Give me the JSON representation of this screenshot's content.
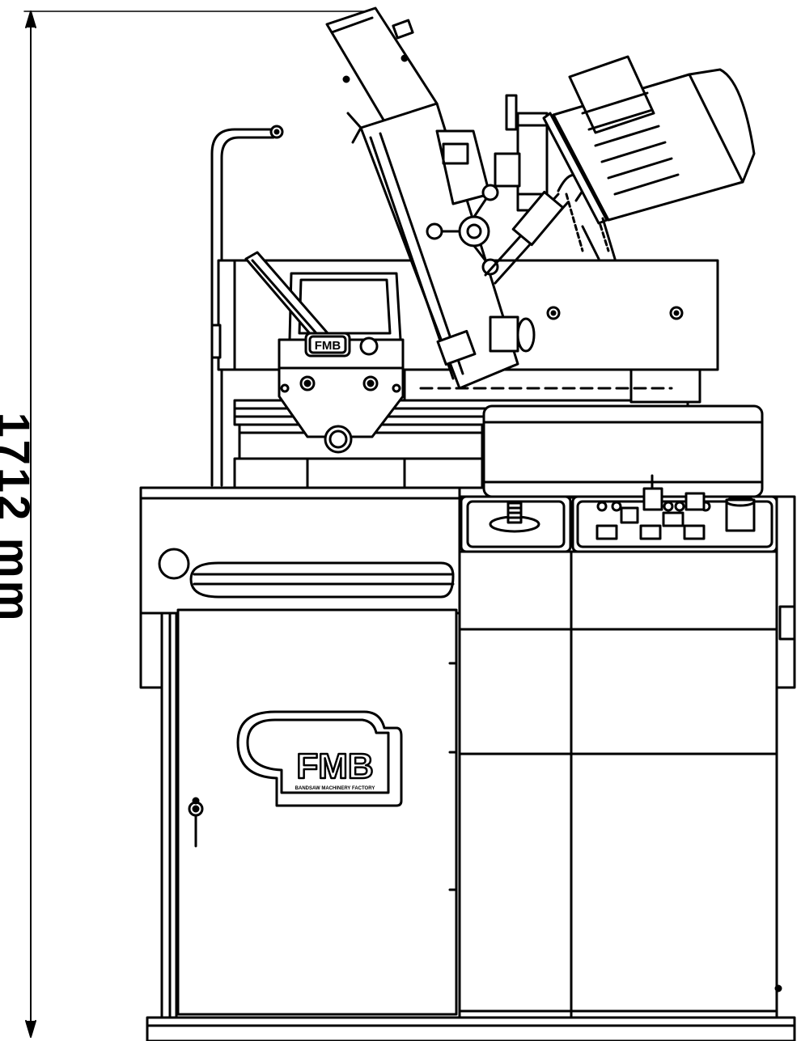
{
  "dimension": {
    "label": "1712 mm"
  },
  "brand": {
    "logo": "FMB",
    "tagline": "BANDSAW MACHINERY FACTORY",
    "vise_badge": "FMB"
  },
  "colors": {
    "stroke": "#000000",
    "background": "#ffffff"
  }
}
